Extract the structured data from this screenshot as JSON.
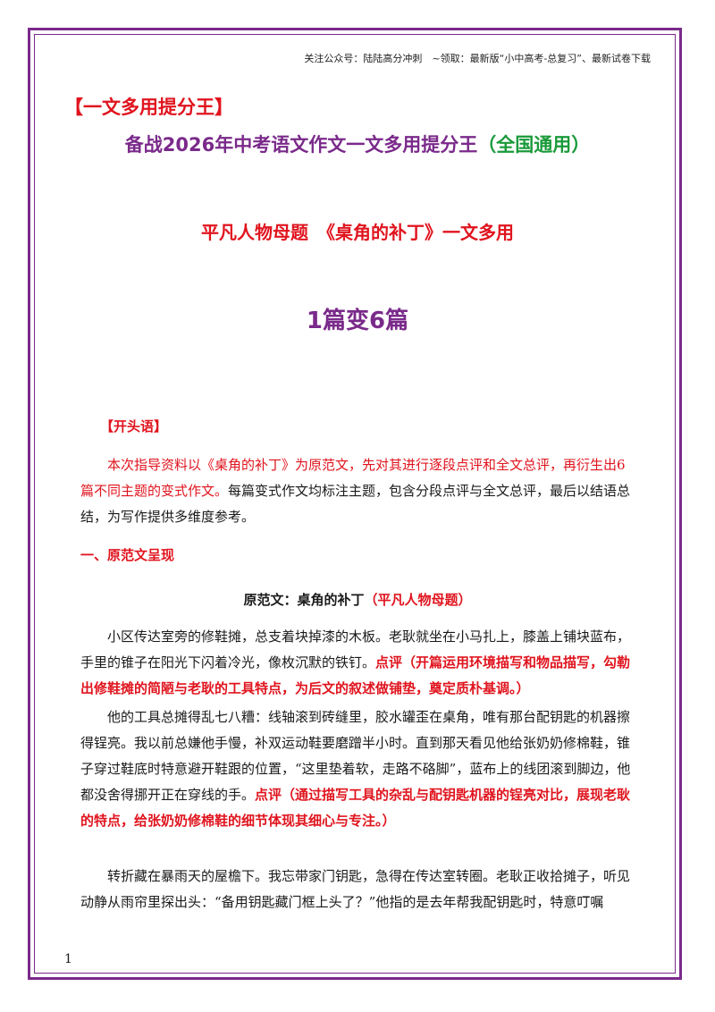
{
  "header": {
    "text": "关注公众号：陆陆高分冲刺　~领取：最新版“小中高考-总复习”、最新试卷下载"
  },
  "tag": "【一文多用提分王】",
  "title": {
    "main": "备战2026年中考语文作文一文多用提分王",
    "suffix": "（全国通用）"
  },
  "subtitle": "平凡人物母题　《桌角的补丁》一文多用",
  "big_title": "1篇变6篇",
  "opening": {
    "heading": "【开头语】",
    "red_text": "本次指导资料以《桌角的补丁》为原范文，先对其进行逐段点评和全文总评，再衍生出6篇不同主题的变式作文。",
    "black_text": "每篇变式作文均标注主题，包含分段点评与全文总评，最后以结语总结，为写作提供多维度参考。"
  },
  "section1": {
    "heading": "一、原范文呈现"
  },
  "essay": {
    "title": "原范文：桌角的补丁",
    "title_tag": "（平凡人物母题）",
    "p1": "小区传达室旁的修鞋摊，总支着块掉漆的木板。老耿就坐在小马扎上，膝盖上铺块蓝布，手里的锥子在阳光下闪着冷光，像枚沉默的铁钉。",
    "p1_comment": "点评（开篇运用环境描写和物品描写，勾勒出修鞋摊的简陋与老耿的工具特点，为后文的叙述做铺垫，奠定质朴基调。）",
    "p2": "他的工具总摊得乱七八糟：线轴滚到砖缝里，胶水罐歪在桌角，唯有那台配钥匙的机器擦得锃亮。我以前总嫌他手慢，补双运动鞋要磨蹭半小时。直到那天看见他给张奶奶修棉鞋，锥子穿过鞋底时特意避开鞋跟的位置，“这里垫着软，走路不硌脚”，蓝布上的线团滚到脚边，他都没舍得挪开正在穿线的手。",
    "p2_comment": "点评（通过描写工具的杂乱与配钥匙机器的锃亮对比，展现老耿的特点，给张奶奶修棉鞋的细节体现其细心与专注。）",
    "p3": "转折藏在暴雨天的屋檐下。我忘带家门钥匙，急得在传达室转圈。老耿正收拾摊子，听见动静从雨帘里探出头：“备用钥匙藏门框上头了？”他指的是去年帮我配钥匙时，特意叮嘱"
  },
  "page_number": "1"
}
